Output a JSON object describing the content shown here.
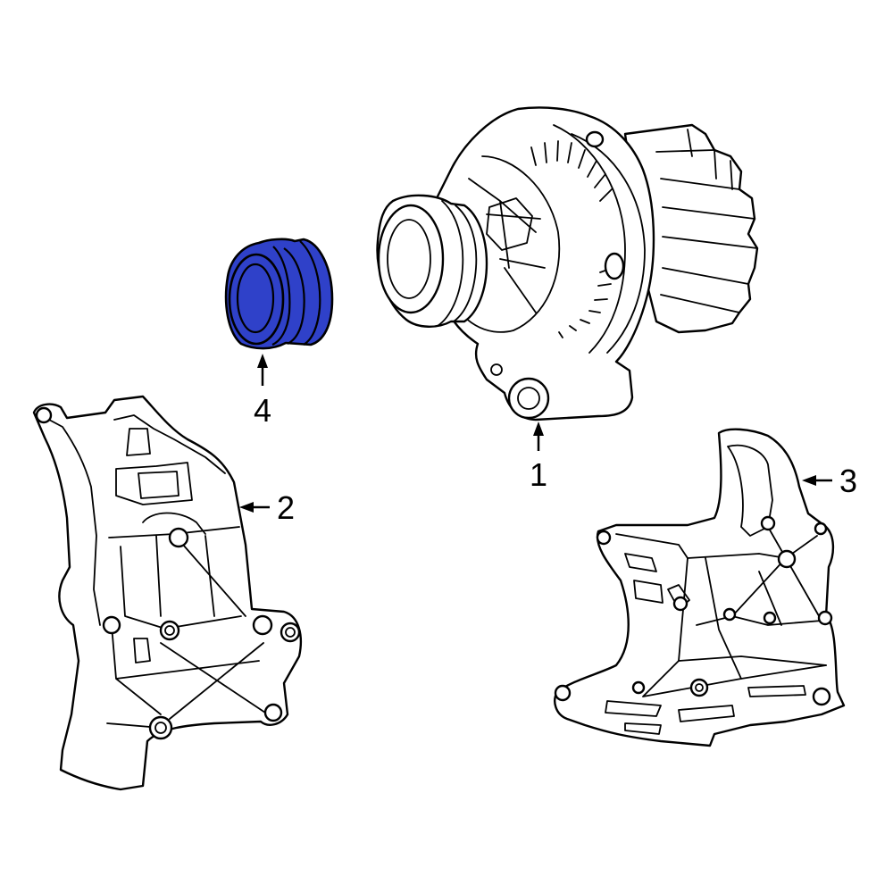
{
  "callouts": {
    "alternator": "1",
    "bracket_left": "2",
    "bracket_right": "3",
    "pulley": "4"
  },
  "colors": {
    "highlight": "#2f41c9",
    "line": "#000000",
    "background": "#ffffff"
  }
}
